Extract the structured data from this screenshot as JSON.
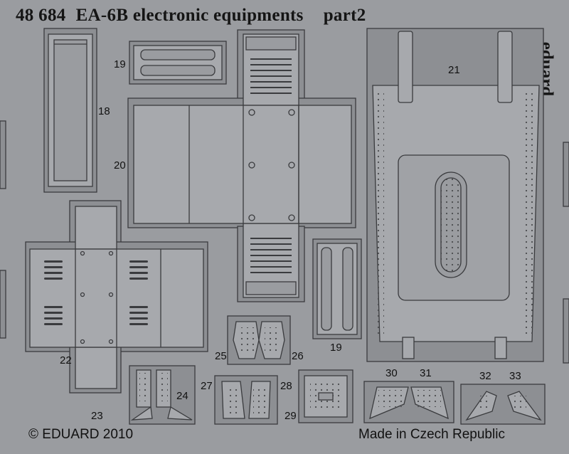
{
  "header": {
    "catalog_number": "48 684",
    "product_name": "EA-6B electronic equipments",
    "part": "part2"
  },
  "brand_name": "eduard",
  "part_numbers": [
    "18",
    "19",
    "20",
    "21",
    "22",
    "19",
    "23",
    "24",
    "25",
    "26",
    "27",
    "28",
    "29",
    "30",
    "31",
    "32",
    "33"
  ],
  "footer": {
    "copyright": "© EDUARD 2010",
    "origin": "Made in Czech Republic"
  },
  "colors": {
    "fret_background": "#9a9ca0",
    "part_fill": "#a7a9ad",
    "part_outline": "#3a3b3e",
    "frame_fill": "#8d8f93"
  }
}
